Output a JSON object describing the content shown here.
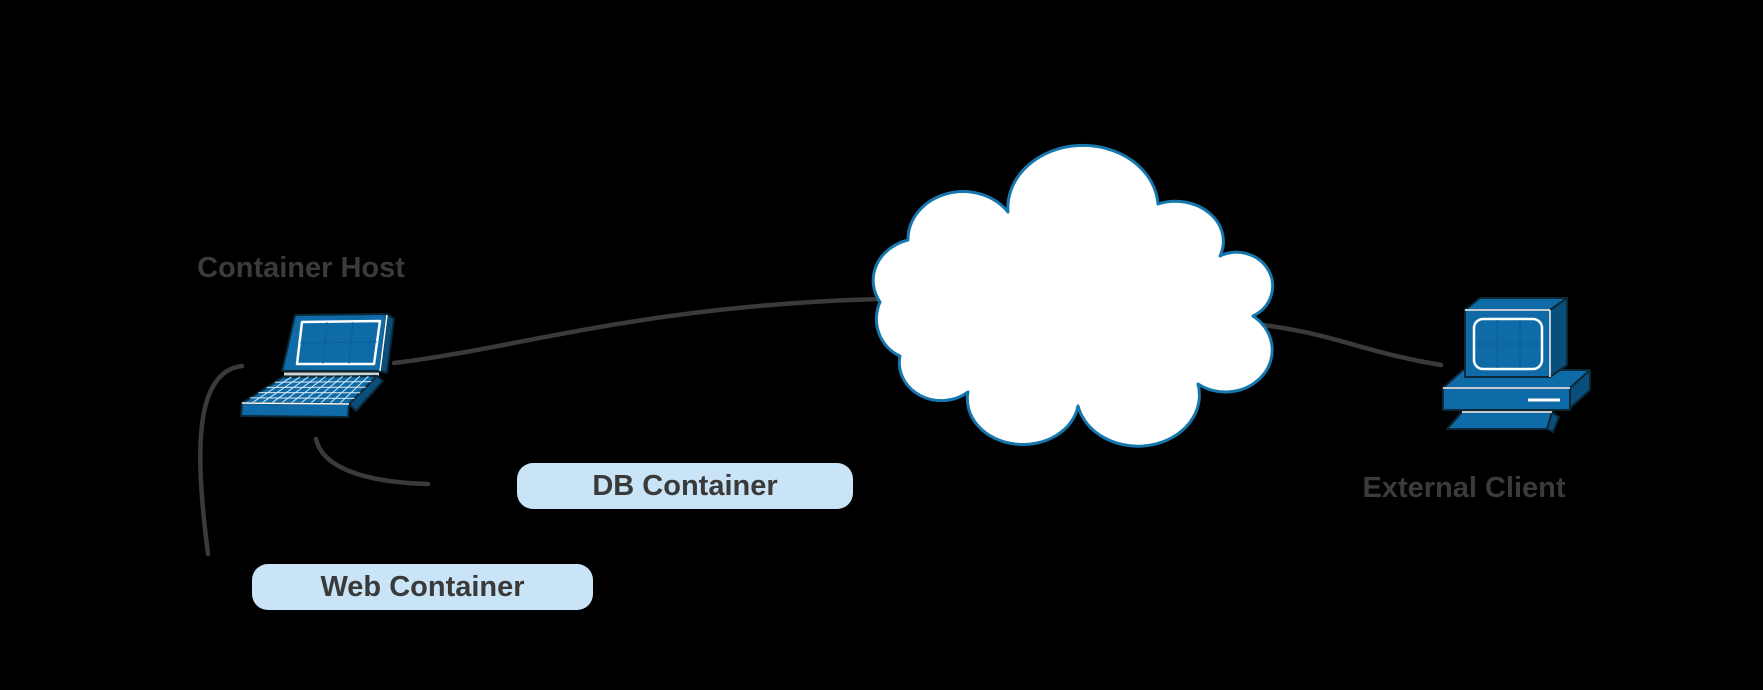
{
  "diagram": {
    "background_color": "#000000",
    "colors": {
      "node_fill": "#0e6ba8",
      "node_outline": "#0a2836",
      "cloud_fill": "#ffffff",
      "cloud_stroke": "#1577ad",
      "connector": "#3a3a3a",
      "label_text": "#3b3b3b",
      "container_pill_fill": "#c8e4f6"
    },
    "nodes": {
      "container_host": {
        "label": "Container Host",
        "icon": "laptop-icon"
      },
      "network_cloud": {
        "label": "",
        "icon": "cloud-icon"
      },
      "external_client": {
        "label": "External Client",
        "icon": "desktop-computer-icon"
      },
      "db_container": {
        "label": "DB Container",
        "shape": "rounded-pill"
      },
      "web_container": {
        "label": "Web Container",
        "shape": "rounded-pill"
      }
    },
    "connections": [
      {
        "from": "container_host",
        "to": "network_cloud"
      },
      {
        "from": "network_cloud",
        "to": "external_client"
      },
      {
        "from": "container_host",
        "to": "db_container"
      },
      {
        "from": "container_host",
        "to": "web_container"
      }
    ]
  }
}
